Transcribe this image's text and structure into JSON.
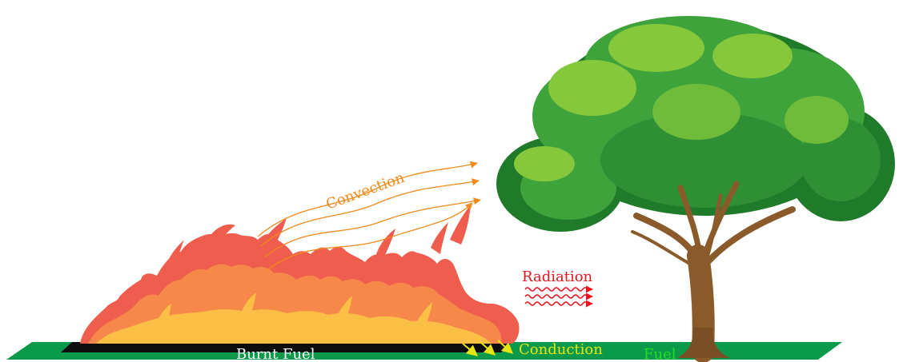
{
  "labels": {
    "convection": "Convection",
    "radiation": "Radiation",
    "conduction": "Conduction",
    "burnt_fuel": "Burnt Fuel",
    "fuel": "Fuel"
  },
  "colors": {
    "ground": "#0a9a4a",
    "burnt_strip": "#0d0d0d",
    "flame_outer": "#ee5d4e",
    "flame_mid": "#f6894a",
    "flame_inner": "#fbbf45",
    "convection": "#f08a1a",
    "radiation": "#e8141e",
    "conduction": "#e8e414",
    "fuel_label": "#22dd22",
    "burnt_label": "#ffffff",
    "foliage_dark": "#1f7a2a",
    "foliage_mid": "#3da33a",
    "foliage_light": "#86c83c",
    "trunk": "#8a5a2b"
  },
  "icons": [
    "fire",
    "tree",
    "heat-wave-arrows",
    "convection-arrows",
    "conduction-arrows"
  ]
}
